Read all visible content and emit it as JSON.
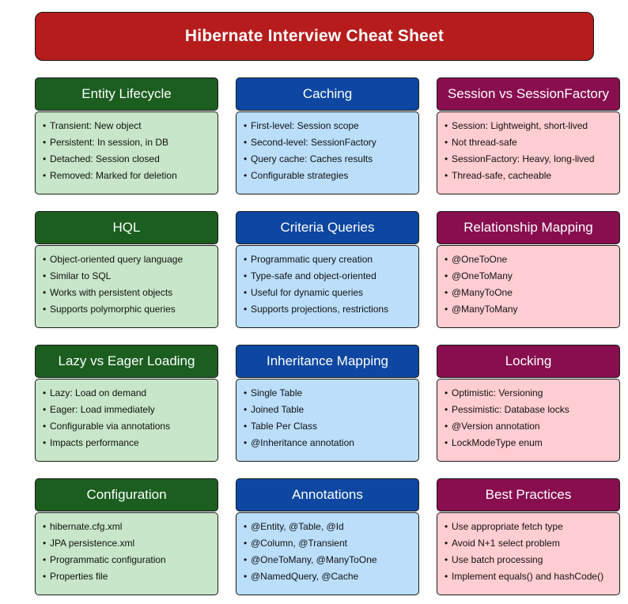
{
  "title": "Hibernate Interview Cheat Sheet",
  "colors": {
    "title_bg": "#b71c1c",
    "col0_header": "#1b5e20",
    "col0_body": "#c8e6c9",
    "col1_header": "#0d47a1",
    "col1_body": "#bbdefb",
    "col2_header": "#880e4f",
    "col2_body": "#ffcdd2"
  },
  "cards": [
    {
      "title": "Entity Lifecycle",
      "items": [
        "Transient: New object",
        "Persistent: In session, in DB",
        "Detached: Session closed",
        "Removed: Marked for deletion"
      ]
    },
    {
      "title": "Caching",
      "items": [
        "First-level: Session scope",
        "Second-level: SessionFactory",
        "Query cache: Caches results",
        "Configurable strategies"
      ]
    },
    {
      "title": "Session vs SessionFactory",
      "items": [
        "Session: Lightweight, short-lived",
        "Not thread-safe",
        "SessionFactory: Heavy, long-lived",
        "Thread-safe, cacheable"
      ]
    },
    {
      "title": "HQL",
      "items": [
        "Object-oriented query language",
        "Similar to SQL",
        "Works with persistent objects",
        "Supports polymorphic queries"
      ]
    },
    {
      "title": "Criteria Queries",
      "items": [
        "Programmatic query creation",
        "Type-safe and object-oriented",
        "Useful for dynamic queries",
        "Supports projections, restrictions"
      ]
    },
    {
      "title": "Relationship Mapping",
      "items": [
        "@OneToOne",
        "@OneToMany",
        "@ManyToOne",
        "@ManyToMany"
      ]
    },
    {
      "title": "Lazy vs Eager Loading",
      "items": [
        "Lazy: Load on demand",
        "Eager: Load immediately",
        "Configurable via annotations",
        "Impacts performance"
      ]
    },
    {
      "title": "Inheritance Mapping",
      "items": [
        "Single Table",
        "Joined Table",
        "Table Per Class",
        "@Inheritance annotation"
      ]
    },
    {
      "title": "Locking",
      "items": [
        "Optimistic: Versioning",
        "Pessimistic: Database locks",
        "@Version annotation",
        "LockModeType enum"
      ]
    },
    {
      "title": "Configuration",
      "items": [
        "hibernate.cfg.xml",
        "JPA persistence.xml",
        "Programmatic configuration",
        "Properties file"
      ]
    },
    {
      "title": "Annotations",
      "items": [
        "@Entity, @Table, @Id",
        "@Column, @Transient",
        "@OneToMany, @ManyToOne",
        "@NamedQuery, @Cache"
      ]
    },
    {
      "title": "Best Practices",
      "items": [
        "Use appropriate fetch type",
        "Avoid N+1 select problem",
        "Use batch processing",
        "Implement equals() and hashCode()"
      ]
    }
  ]
}
